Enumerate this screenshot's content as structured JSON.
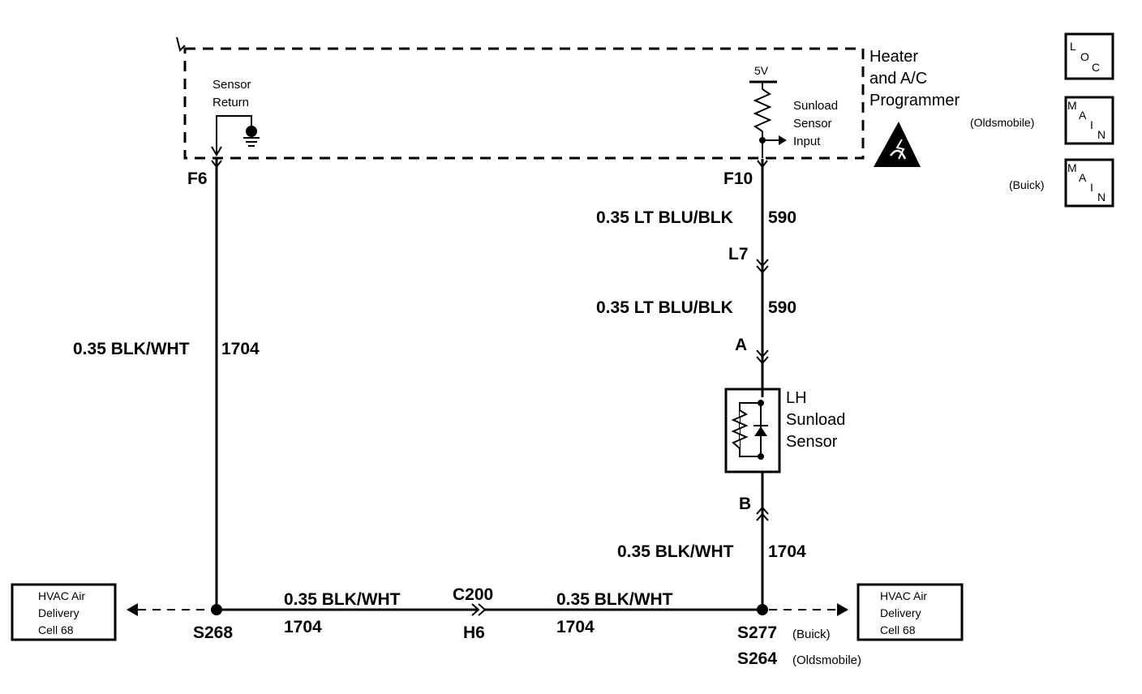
{
  "programmer": {
    "title_lines": [
      "Heater",
      "and A/C",
      "Programmer"
    ],
    "sensor_return_lines": [
      "Sensor",
      "Return"
    ],
    "voltage": "5V",
    "sunload_input_lines": [
      "Sunload",
      "Sensor",
      "Input"
    ]
  },
  "pins": {
    "f6": "F6",
    "f10": "F10",
    "l7": "L7",
    "a": "A",
    "b": "B"
  },
  "wires": {
    "left_vertical": {
      "label": "0.35 BLK/WHT",
      "circuit": "1704"
    },
    "f10_l7": {
      "label": "0.35 LT BLU/BLK",
      "circuit": "590"
    },
    "l7_a": {
      "label": "0.35 LT BLU/BLK",
      "circuit": "590"
    },
    "b_splice": {
      "label": "0.35 BLK/WHT",
      "circuit": "1704"
    },
    "bottom_left": {
      "label": "0.35 BLK/WHT",
      "circuit": "1704"
    },
    "bottom_right": {
      "label": "0.35 BLK/WHT",
      "circuit": "1704"
    }
  },
  "connector": {
    "top": "C200",
    "bottom": "H6"
  },
  "sensor": {
    "lines": [
      "LH",
      "Sunload",
      "Sensor"
    ]
  },
  "splices": {
    "left": "S268",
    "right_buick": "S277",
    "right_buick_note": "(Buick)",
    "right_olds": "S264",
    "right_olds_note": "(Oldsmobile)"
  },
  "hvac_left": {
    "lines": [
      "HVAC Air",
      "Delivery",
      "Cell 68"
    ]
  },
  "hvac_right": {
    "lines": [
      "HVAC Air",
      "Delivery",
      "Cell 68"
    ]
  },
  "legend": {
    "loc_letters": [
      "L",
      "O",
      "C"
    ],
    "main_letters": [
      "M",
      "A",
      "I",
      "N"
    ],
    "oldsmobile_label": "(Oldsmobile)",
    "buick_label": "(Buick)"
  }
}
